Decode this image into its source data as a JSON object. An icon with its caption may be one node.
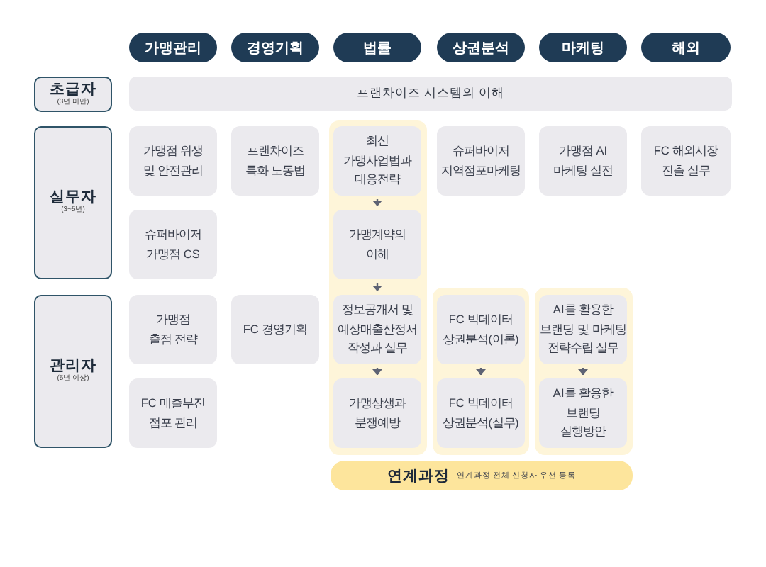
{
  "diagram": {
    "nodes": [
      {
        "text": [
          "가맹관리"
        ]
      },
      {
        "text": [
          "경영기획"
        ]
      },
      {
        "text": [
          "법률"
        ]
      },
      {
        "text": [
          "상권분석"
        ]
      },
      {
        "text": [
          "마케팅"
        ]
      },
      {
        "text": [
          "해외"
        ]
      },
      {
        "text": [
          "초급자",
          "(3년 미만)"
        ]
      },
      {
        "text": [
          "프랜차이즈 시스템의 이해"
        ]
      },
      {
        "text": [
          "실무자",
          "(3~5년)"
        ]
      },
      {
        "text": [],
        "shape": "box"
      },
      {
        "text": [
          "가맹점 위생 및 안전관리"
        ]
      },
      {
        "text": [
          "프랜차이즈 특화 노동법"
        ]
      },
      {
        "text": [
          "최신 가맹사업법과 대응전략"
        ],
        "in": 9
      },
      {
        "text": [
          "슈퍼바이저 지역점포마케팅"
        ]
      },
      {
        "text": [
          "가맹점 AI 마케팅 실전"
        ]
      },
      {
        "text": [
          "FC 해외시장 진출 실무"
        ]
      },
      {
        "text": [
          "슈퍼바이저 가맹점 CS"
        ]
      },
      {
        "text": [
          "가맹계약의 이해"
        ],
        "in": 9
      },
      {
        "text": [
          "관리자",
          "(5년 이상)"
        ]
      },
      {
        "text": [],
        "shape": "box"
      },
      {
        "text": [],
        "shape": "box"
      },
      {
        "text": [
          "가맹점 출점 전략"
        ]
      },
      {
        "text": [
          "FC 경영기획"
        ]
      },
      {
        "text": [
          "정보공개서 및 예상매출산정서 작성과 실무"
        ],
        "in": 9
      },
      {
        "text": [
          "FC 빅데이터 상권분석(이론)"
        ],
        "in": 19
      },
      {
        "text": [
          "AI를 활용한 브랜딩 및 마케팅 전략수립 실무"
        ],
        "in": 20
      },
      {
        "text": [
          "FC 매출부진 점포 관리"
        ]
      },
      {
        "text": [
          "가맹상생과 분쟁예방"
        ],
        "in": 9
      },
      {
        "text": [
          "FC 빅데이터 상권분석(실무)"
        ],
        "in": 19
      },
      {
        "text": [
          "AI를 활용한 브랜딩 실행방안"
        ],
        "in": 20
      },
      {
        "text": [
          "연계과정",
          "연계과정 전체 신청자 우선 등록"
        ]
      }
    ],
    "edges": [
      {
        "from": 12,
        "to": 17,
        "arrow": "to"
      },
      {
        "from": 17,
        "to": 23,
        "arrow": "to"
      },
      {
        "from": 23,
        "to": 27,
        "arrow": "to"
      },
      {
        "from": 24,
        "to": 28,
        "arrow": "to"
      },
      {
        "from": 25,
        "to": 29,
        "arrow": "to"
      }
    ]
  }
}
